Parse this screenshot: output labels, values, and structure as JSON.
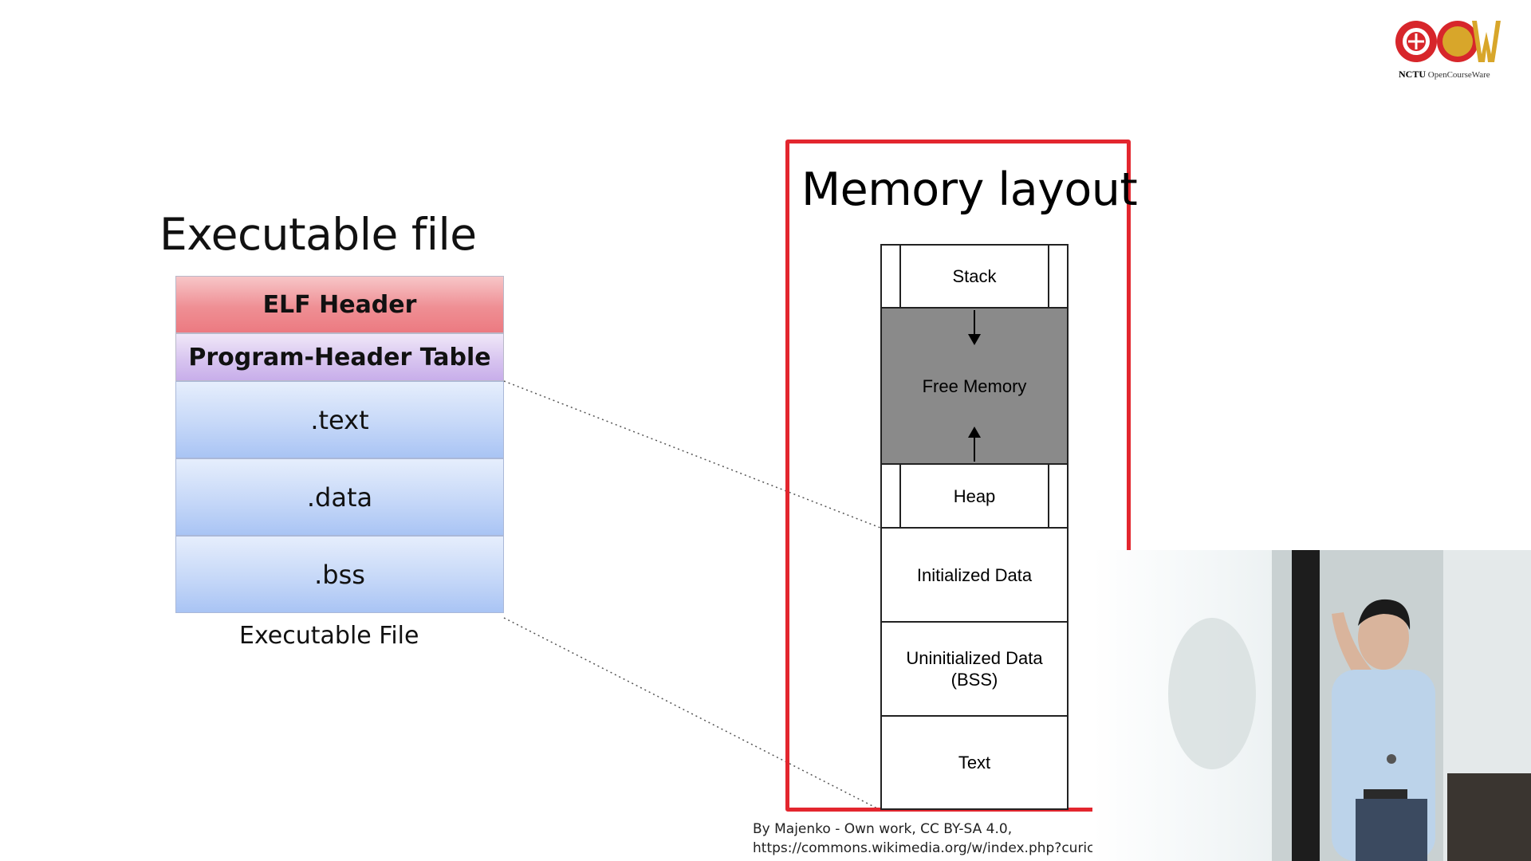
{
  "logo": {
    "name": "NCTU OpenCourseWare",
    "text_bold": "NCTU",
    "text": "OpenCourseWare",
    "colors": {
      "red": "#d7262b",
      "gold": "#d8a62a"
    }
  },
  "left": {
    "title": "Executable file",
    "blocks": {
      "elf_header": "ELF Header",
      "program_header_table": "Program-Header Table",
      "text": ".text",
      "data": ".data",
      "bss": ".bss"
    },
    "caption": "Executable File"
  },
  "right": {
    "title": "Memory layout",
    "border_color": "#e3262e",
    "segments": {
      "stack": "Stack",
      "free": "Free Memory",
      "heap": "Heap",
      "initialized": "Initialized Data",
      "uninitialized": "Uninitialized Data\n(BSS)",
      "text": "Text"
    }
  },
  "credit": {
    "line1": "By Majenko - Own work, CC BY-SA 4.0,",
    "line2": "https://commons.wikimedia.org/w/index.php?curic"
  },
  "video": {
    "content": "lecturer-video"
  }
}
